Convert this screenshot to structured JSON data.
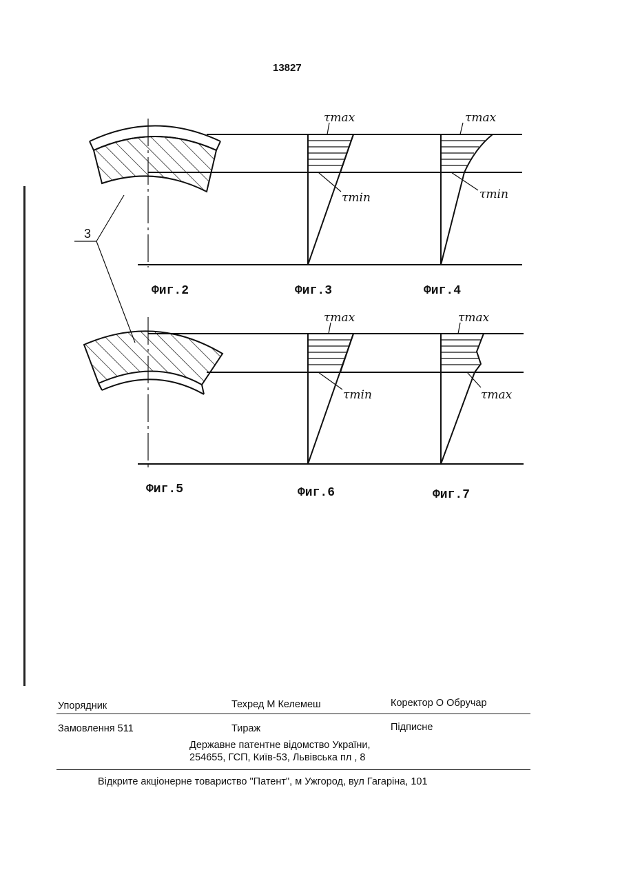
{
  "page_number": "13827",
  "reference_numeral": "3",
  "figures": {
    "fig2": "Фиг.2",
    "fig3": "Фиг.3",
    "fig4": "Фиг.4",
    "fig5": "Фиг.5",
    "fig6": "Фиг.6",
    "fig7": "Фиг.7"
  },
  "stress_labels": {
    "fig3_top": "τmax",
    "fig3_bottom": "τmin",
    "fig4_top": "τmax",
    "fig4_bottom": "τmin",
    "fig6_top": "τmax",
    "fig6_bottom": "τmin",
    "fig7_top": "τmax",
    "fig7_bottom": "τmax"
  },
  "imprint": {
    "compiler": "Упорядник",
    "techred": "Техред М  Келемеш",
    "corrector": "Коректор О  Обручар",
    "order": "Замовлення 511",
    "circulation": "Тираж",
    "subscription": "Підписне",
    "office_line1": "Державне патентне відомство України,",
    "office_line2": "254655, ГСП, Київ-53, Львівська пл , 8",
    "publisher": "Відкрите акціонерне товариство \"Патент\", м  Ужгород, вул  Гагаріна, 101"
  }
}
